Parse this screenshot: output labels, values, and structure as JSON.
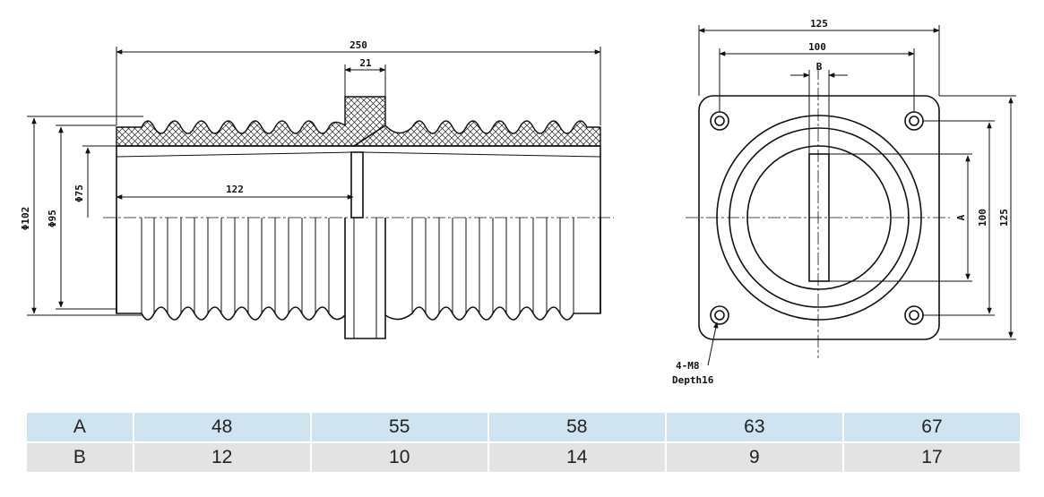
{
  "front_view": {
    "dim_length": "250",
    "dim_flange_width": "21",
    "dim_half_length": "122",
    "dim_d102": "Φ102",
    "dim_d95": "Φ95",
    "dim_d75": "Φ75"
  },
  "side_view": {
    "dim_width_outer": "125",
    "dim_width_bolt": "100",
    "dim_slot_width": "B",
    "dim_slot_height": "A",
    "dim_height_bolt": "100",
    "dim_height_outer": "125",
    "hole_note_line1": "4-M8",
    "hole_note_line2": "Depth16"
  },
  "table": {
    "rows": [
      {
        "label": "A",
        "values": [
          "48",
          "55",
          "58",
          "63",
          "67"
        ]
      },
      {
        "label": "B",
        "values": [
          "12",
          "10",
          "14",
          "9",
          "17"
        ]
      }
    ]
  }
}
